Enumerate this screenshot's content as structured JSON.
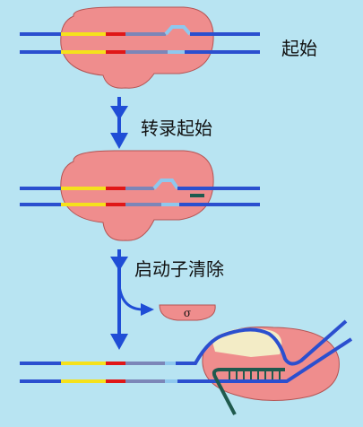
{
  "labels": {
    "initiation": "起始",
    "transcription_initiation": "转录起始",
    "promoter_clearance": "启动子清除",
    "sigma": "σ"
  },
  "colors": {
    "background": "#b8e4f2",
    "dna_strand": "#2b4fcf",
    "promoter_yellow": "#f5e11c",
    "promoter_red": "#e01717",
    "template_gray": "#7c86b8",
    "start_site_cyan": "#8ec8ee",
    "polymerase_pink": "#ef8d8d",
    "polymerase_outline": "#b45454",
    "arrow_blue": "#1f4dd6",
    "rna_green": "#1f5a4e",
    "bubble_cream": "#f3ecc6"
  }
}
